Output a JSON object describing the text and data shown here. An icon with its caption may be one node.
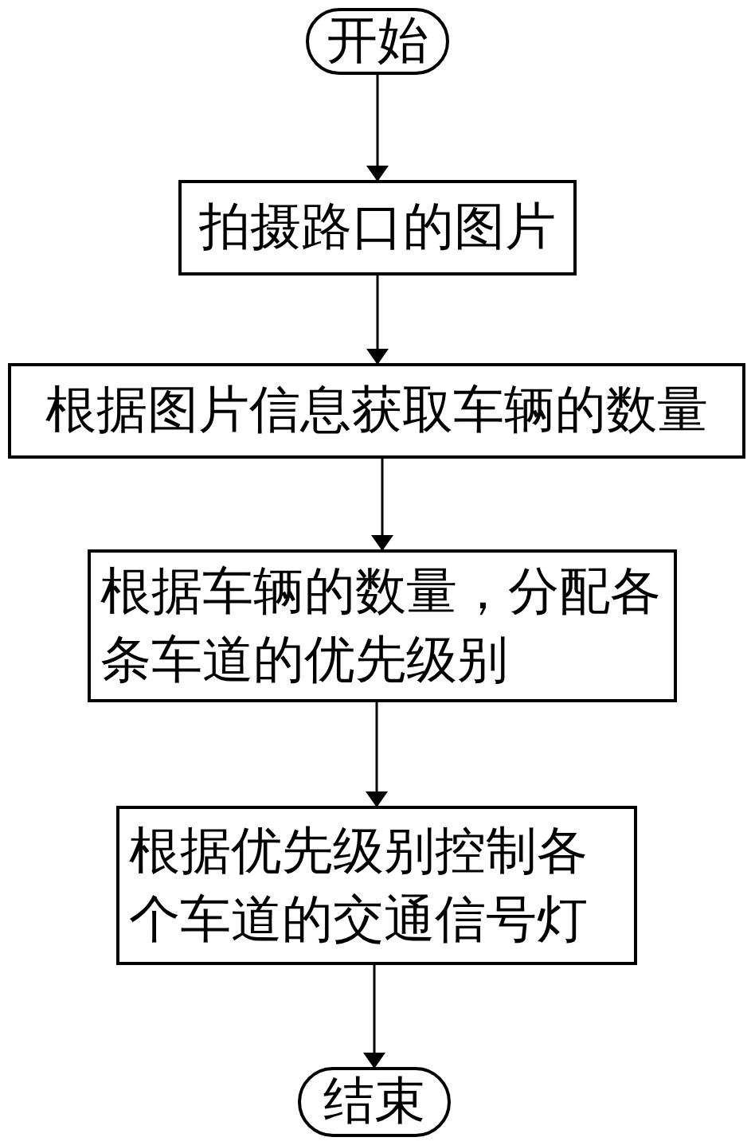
{
  "diagram": {
    "nodes": [
      {
        "text": [
          "开始"
        ]
      },
      {
        "text": [
          "拍摄路口的图片"
        ]
      },
      {
        "text": [
          "根据图片信息获取车辆的数量"
        ]
      },
      {
        "text": [
          "根据车辆的数量，分配各条车道的优先级别"
        ]
      },
      {
        "text": [
          "根据优先级别控制各个车道的交通信号灯"
        ]
      },
      {
        "text": [
          "结束"
        ]
      }
    ],
    "edges": [
      {
        "from": 0,
        "to": 1,
        "arrow": "to"
      },
      {
        "from": 1,
        "to": 2,
        "arrow": "to"
      },
      {
        "from": 2,
        "to": 3,
        "arrow": "to"
      },
      {
        "from": 3,
        "to": 4,
        "arrow": "to"
      },
      {
        "from": 4,
        "to": 5,
        "arrow": "to"
      }
    ]
  }
}
